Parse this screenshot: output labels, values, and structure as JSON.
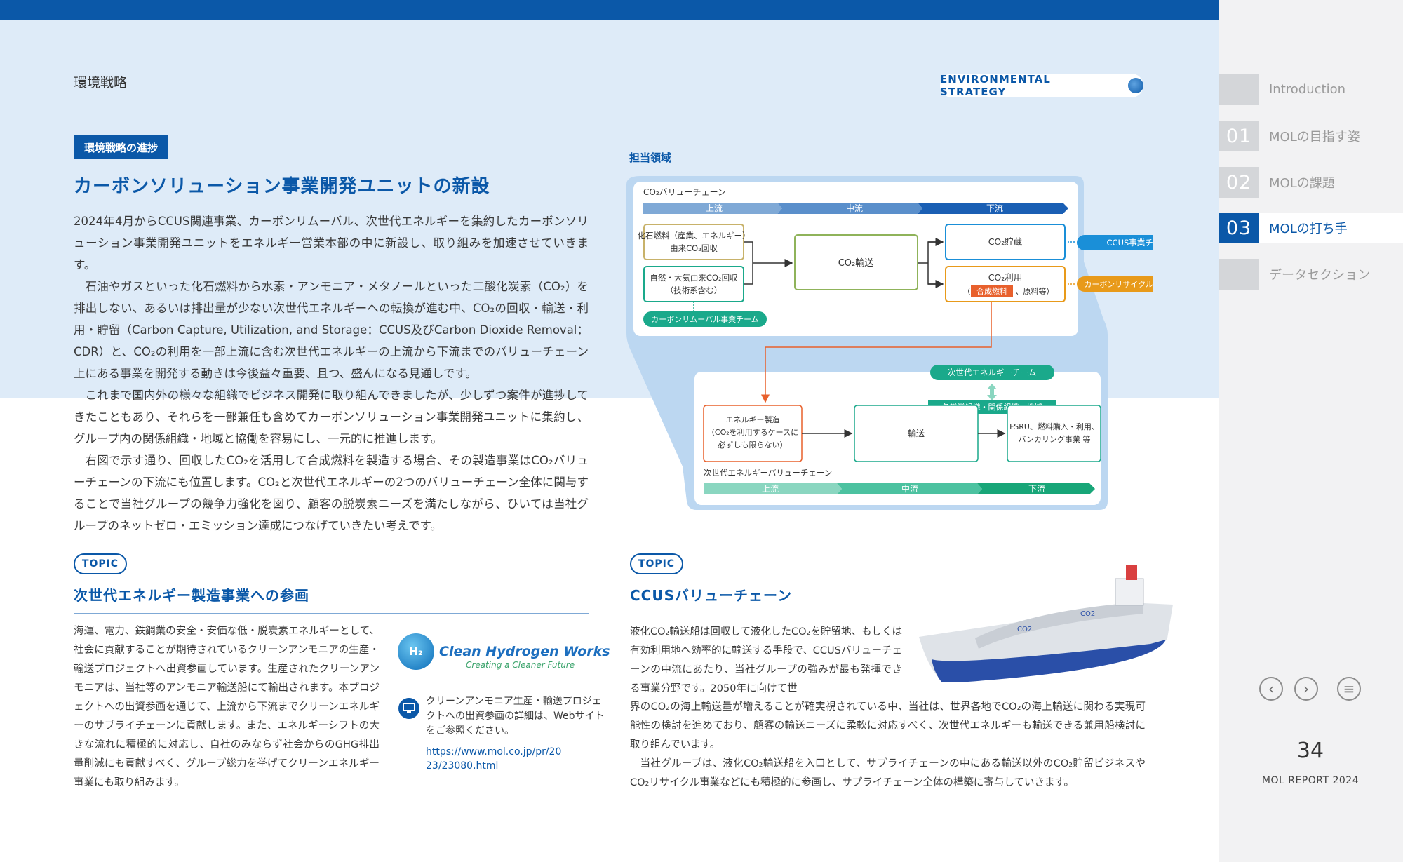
{
  "header": {
    "section_title": "環境戦略",
    "badge": "ENVIRONMENTAL STRATEGY"
  },
  "sidebar": {
    "items": [
      {
        "num": "",
        "label": "Introduction",
        "active": false
      },
      {
        "num": "01",
        "label": "MOLの目指す姿",
        "active": false
      },
      {
        "num": "02",
        "label": "MOLの課題",
        "active": false
      },
      {
        "num": "03",
        "label": "MOLの打ち手",
        "active": true
      },
      {
        "num": "",
        "label": "データセクション",
        "active": false
      }
    ],
    "page_number": "34",
    "report_name": "MOL REPORT 2024"
  },
  "main": {
    "tag": "環境戦略の進捗",
    "heading": "カーボンソリューション事業開発ユニットの新設",
    "paragraphs": [
      "2024年4月からCCUS関連事業、カーボンリムーバル、次世代エネルギーを集約したカーボンソリューション事業開発ユニットをエネルギー営業本部の中に新設し、取り組みを加速させていきます。",
      "石油やガスといった化石燃料から水素・アンモニア・メタノールといった二酸化炭素（CO₂）を排出しない、あるいは排出量が少ない次世代エネルギーへの転換が進む中、CO₂の回収・輸送・利用・貯留（Carbon Capture, Utilization, and Storage：CCUS及びCarbon Dioxide Removal：CDR）と、CO₂の利用を一部上流に含む次世代エネルギーの上流から下流までのバリューチェーン上にある事業を開発する動きは今後益々重要、且つ、盛んになる見通しです。",
      "これまで国内外の様々な組織でビジネス開発に取り組んできましたが、少しずつ案件が進捗してきたこともあり、それらを一部兼任も含めてカーボンソリューション事業開発ユニットに集約し、グループ内の関係組織・地域と協働を容易にし、一元的に推進します。",
      "右図で示す通り、回収したCO₂を活用して合成燃料を製造する場合、その製造事業はCO₂バリューチェーンの下流にも位置します。CO₂と次世代エネルギーの2つのバリューチェーン全体に関与することで当社グループの競争力強化を図り、顧客の脱炭素ニーズを満たしながら、ひいては当社グループのネットゼロ・エミッション達成につなげていきたい考えです。"
    ]
  },
  "diagram": {
    "label": "担当領域",
    "co2_chain_title": "CO₂バリューチェーン",
    "co2_stages": [
      "上流",
      "中流",
      "下流"
    ],
    "box_fossil": [
      "化石燃料（産業、エネルギー）",
      "由来CO₂回収"
    ],
    "box_natural": [
      "自然・大気由来CO₂回収",
      "（技術系含む）"
    ],
    "box_transport": "CO₂輸送",
    "box_storage": "CO₂貯蔵",
    "box_utilization": "CO₂利用",
    "util_paren_open": "（",
    "util_highlight": "合成燃料",
    "util_rest": "、原料等）",
    "team_ccus": "CCUS事業チーム",
    "team_recycle": "カーボンリサイクル事業チーム",
    "team_removal": "カーボンリムーバル事業チーム",
    "team_next_energy": "次世代エネルギーチーム",
    "org_label": "各営業組織・関係組織・地域",
    "box_energy": [
      "エネルギー製造",
      "（CO₂を利用するケースに",
      "必ずしも限らない）"
    ],
    "box_energy_transport": "輸送",
    "box_fsru": [
      "FSRU、燃料購入・利用、",
      "バンカリング事業 等"
    ],
    "next_chain_title": "次世代エネルギーバリューチェーン",
    "next_stages": [
      "上流",
      "中流",
      "下流"
    ],
    "colors": {
      "co2_arrow": "#1a5fb4",
      "next_arrow": "#18a678",
      "team_blue": "#1a8fd8",
      "team_orange": "#e89a1a",
      "team_teal": "#1aa98b",
      "accent_red": "#e8602c"
    }
  },
  "topic1": {
    "pill": "TOPIC",
    "heading": "次世代エネルギー製造事業への参画",
    "body": "海運、電力、鉄鋼業の安全・安価な低・脱炭素エネルギーとして、社会に貢献することが期待されているクリーンアンモニアの生産・輸送プロジェクトへ出資参画しています。生産されたクリーンアンモニアは、当社等のアンモニア輸送船にて輸出されます。本プロジェクトへの出資参画を通じて、上流から下流までクリーンエネルギーのサプライチェーンに貢献します。また、エネルギーシフトの大きな流れに積極的に対応し、自社のみならず社会からのGHG排出量削減にも貢献すべく、グループ総力を挙げてクリーンエネルギー事業にも取り組みます。",
    "logo_mark": "H₂",
    "logo_name": "Clean Hydrogen Works",
    "logo_tagline": "Creating a Cleaner Future",
    "ref_note": "クリーンアンモニア生産・輸送プロジェクトへの出資参画の詳細は、Webサイトをご参照ください。",
    "ref_url": "https://www.mol.co.jp/pr/2023/23080.html"
  },
  "topic2": {
    "pill": "TOPIC",
    "heading": "CCUSバリューチェーン",
    "body_top": "液化CO₂輸送船は回収して液化したCO₂を貯留地、もしくは有効利用地へ効率的に輸送する手段で、CCUSバリューチェーンの中流にあたり、当社グループの強みが最も発揮できる事業分野です。2050年に向けて世",
    "body_rest": "界のCO₂の海上輸送量が増えることが確実視されている中、当社は、世界各地でCO₂の海上輸送に関わる実現可能性の検討を進めており、顧客の輸送ニーズに柔軟に対応すべく、次世代エネルギーも輸送できる兼用船検討に取り組んでいます。",
    "body_para2": "当社グループは、液化CO₂輸送船を入口として、サプライチェーンの中にある輸送以外のCO₂貯留ビジネスやCO₂リサイクル事業などにも積極的に参画し、サプライチェーン全体の構築に寄与していきます。",
    "ship_marking": "CO2"
  }
}
